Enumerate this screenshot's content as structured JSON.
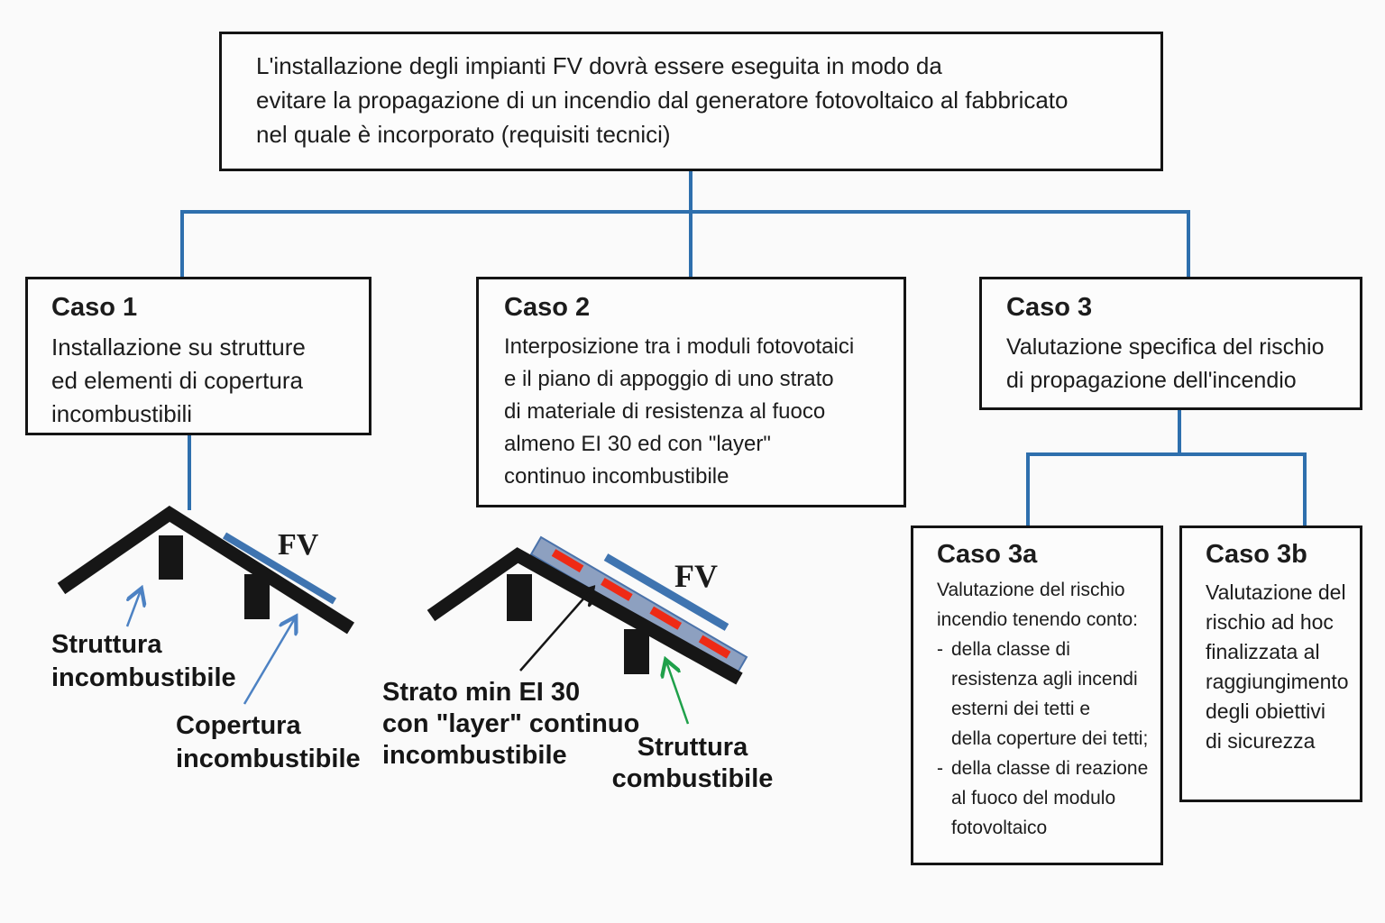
{
  "root": {
    "lines": [
      "L'installazione degli impianti FV dovrà essere eseguita in modo da",
      "evitare la propagazione di un incendio dal generatore fotovoltaico al fabbricato",
      "nel quale è incorporato (requisiti tecnici)"
    ]
  },
  "cases": {
    "caso1": {
      "title": "Caso 1",
      "body_lines": [
        "Installazione su strutture",
        "ed elementi di copertura",
        "incombustibili"
      ]
    },
    "caso2": {
      "title": "Caso 2",
      "body_lines": [
        "Interposizione tra i moduli fotovotaici",
        "e il piano di appoggio di uno strato",
        "di materiale di resistenza al fuoco",
        "almeno EI 30 ed con \"layer\"",
        "continuo incombustibile"
      ]
    },
    "caso3": {
      "title": "Caso 3",
      "body_lines": [
        "Valutazione specifica del rischio",
        "di propagazione dell'incendio"
      ]
    },
    "caso3a": {
      "title": "Caso 3a",
      "intro_lines": [
        "Valutazione del rischio",
        "incendio tenendo conto:"
      ],
      "bullet_marker": "-",
      "bullets": [
        {
          "lines": [
            "della classe di",
            "resistenza agli incendi",
            "esterni dei tetti e",
            "della coperture dei tetti;"
          ]
        },
        {
          "lines": [
            "della classe di reazione",
            "al fuoco del modulo",
            "fotovoltaico"
          ]
        }
      ]
    },
    "caso3b": {
      "title": "Caso 3b",
      "body_lines": [
        "Valutazione del",
        "rischio ad hoc",
        "finalizzata al",
        "raggiungimento",
        "degli obiettivi",
        "di sicurezza"
      ]
    }
  },
  "diagram1": {
    "fv_label": "FV",
    "structure_label_lines": [
      "Struttura",
      "incombustibile"
    ],
    "covering_label_lines": [
      "Copertura",
      "incombustibile"
    ]
  },
  "diagram2": {
    "fv_label": "FV",
    "layer_label_lines": [
      "Strato min EI 30",
      "con \"layer\" continuo",
      "incombustibile"
    ],
    "structure_label_lines": [
      "Struttura",
      "combustibile"
    ]
  },
  "colors": {
    "connector_blue": "#2e6fad",
    "arrow_blue": "#4d82c3",
    "arrow_green": "#1fa04a",
    "fv_bar_blue": "#3f74b0",
    "slab_fill": "#8da0c0",
    "slab_border": "#4a72aa",
    "dash_red": "#ee2a15",
    "roof_black": "#161616"
  }
}
